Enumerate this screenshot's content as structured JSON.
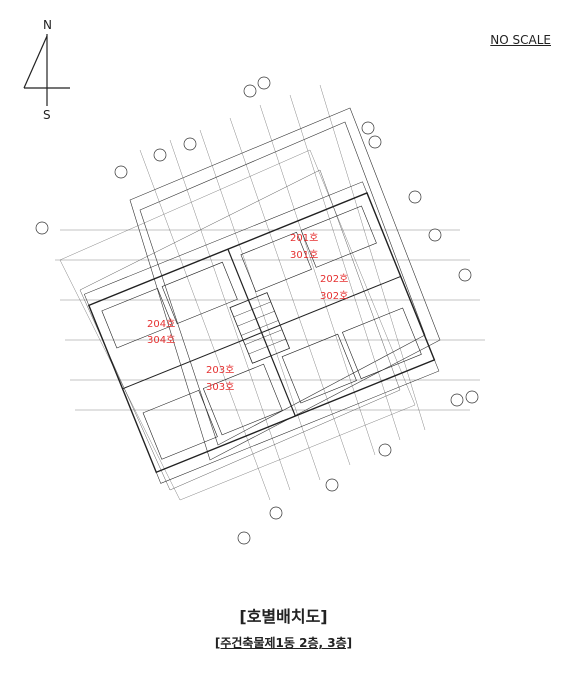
{
  "compass": {
    "north": "N",
    "south": "S"
  },
  "scale_note": "NO SCALE",
  "units": [
    {
      "floor2": "201호",
      "floor3": "301호"
    },
    {
      "floor2": "202호",
      "floor3": "302호"
    },
    {
      "floor2": "204호",
      "floor3": "304호"
    },
    {
      "floor2": "203호",
      "floor3": "303호"
    }
  ],
  "caption": {
    "title": "[호별배치도]",
    "subtitle": "[주건축물제1동 2층, 3층]"
  },
  "colors": {
    "line": "#333333",
    "unit_label": "#e53030"
  }
}
